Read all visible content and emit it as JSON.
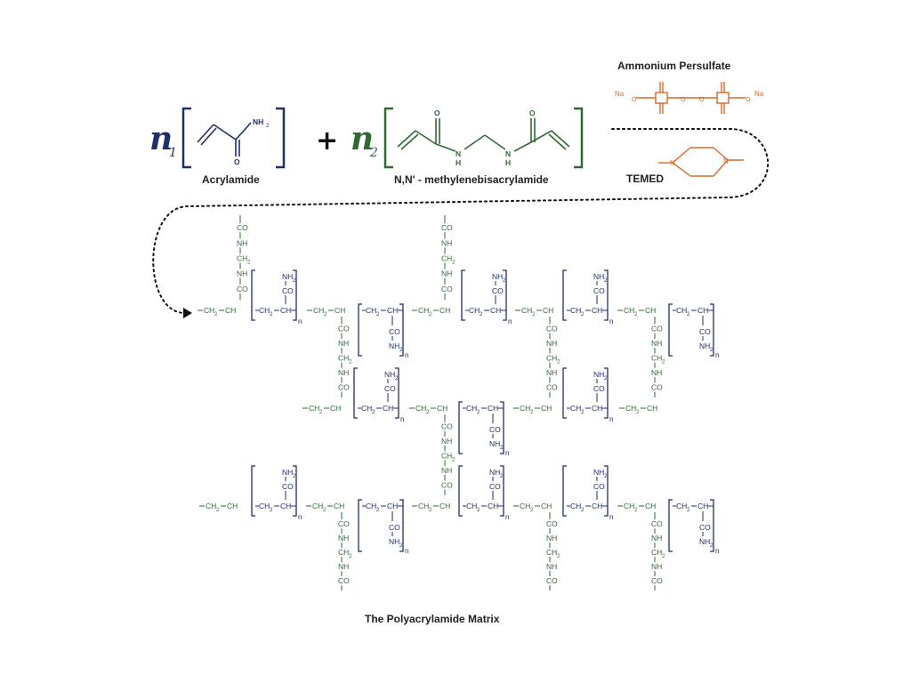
{
  "reagents": {
    "monomer_label": "Acrylamide",
    "monomer_coefficient": "n",
    "monomer_coefficient_sub": "1",
    "monomer_nh2": "NH",
    "monomer_nh2_sub": "2",
    "monomer_o": "O",
    "plus": "+",
    "crosslinker_label": "N,N' - methylenebisacrylamide",
    "crosslinker_coefficient": "n",
    "crosslinker_coefficient_sub": "2",
    "crosslinker_nh": "H",
    "crosslinker_n": "N",
    "crosslinker_o": "O"
  },
  "initiators": {
    "aps_label": "Ammonium Persulfate",
    "aps_na": "Na",
    "aps_o": "O",
    "temed_label": "TEMED",
    "temed_n": "N"
  },
  "matrix": {
    "caption": "The Polyacrylamide Matrix",
    "t_ch2": "CH",
    "t_ch": "CH",
    "t_co": "CO",
    "t_nh": "NH",
    "t_nh2": "NH",
    "t_sub2": "2",
    "t_n": "n"
  },
  "colors": {
    "acrylamide": "#1f2f6b",
    "crosslinker": "#2e6b32",
    "initiator": "#d96a2b",
    "arrow": "#111111"
  }
}
